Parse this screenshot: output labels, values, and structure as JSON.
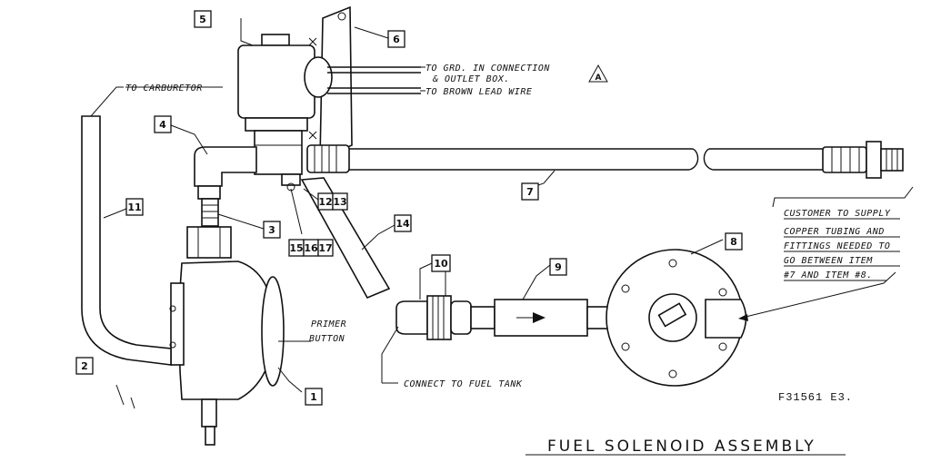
{
  "title": "FUEL SOLENOID ASSEMBLY",
  "drawing_code": "F31561 E3.",
  "notes": {
    "to_carburetor": "TO CARBURETOR",
    "ground_line1": "TO GRD. IN CONNECTION",
    "ground_line2": "& OUTLET BOX.",
    "brown_lead": "TO BROWN LEAD WIRE",
    "primer_line1": "PRIMER",
    "primer_line2": "BUTTON",
    "connect_fuel": "CONNECT TO FUEL TANK",
    "customer_line1": "CUSTOMER TO SUPPLY",
    "customer_line2": "COPPER TUBING AND",
    "customer_line3": "FITTINGS NEEDED TO",
    "customer_line4": "GO BETWEEN ITEM",
    "customer_line5": "#7 AND ITEM #8."
  },
  "revision_marker": "A",
  "items": {
    "i1": "1",
    "i2": "2",
    "i3": "3",
    "i4": "4",
    "i5": "5",
    "i6": "6",
    "i7": "7",
    "i8": "8",
    "i9": "9",
    "i10": "10",
    "i11": "11",
    "i12": "12",
    "i13": "13",
    "i14": "14",
    "i15": "15",
    "i16": "16",
    "i17": "17"
  }
}
